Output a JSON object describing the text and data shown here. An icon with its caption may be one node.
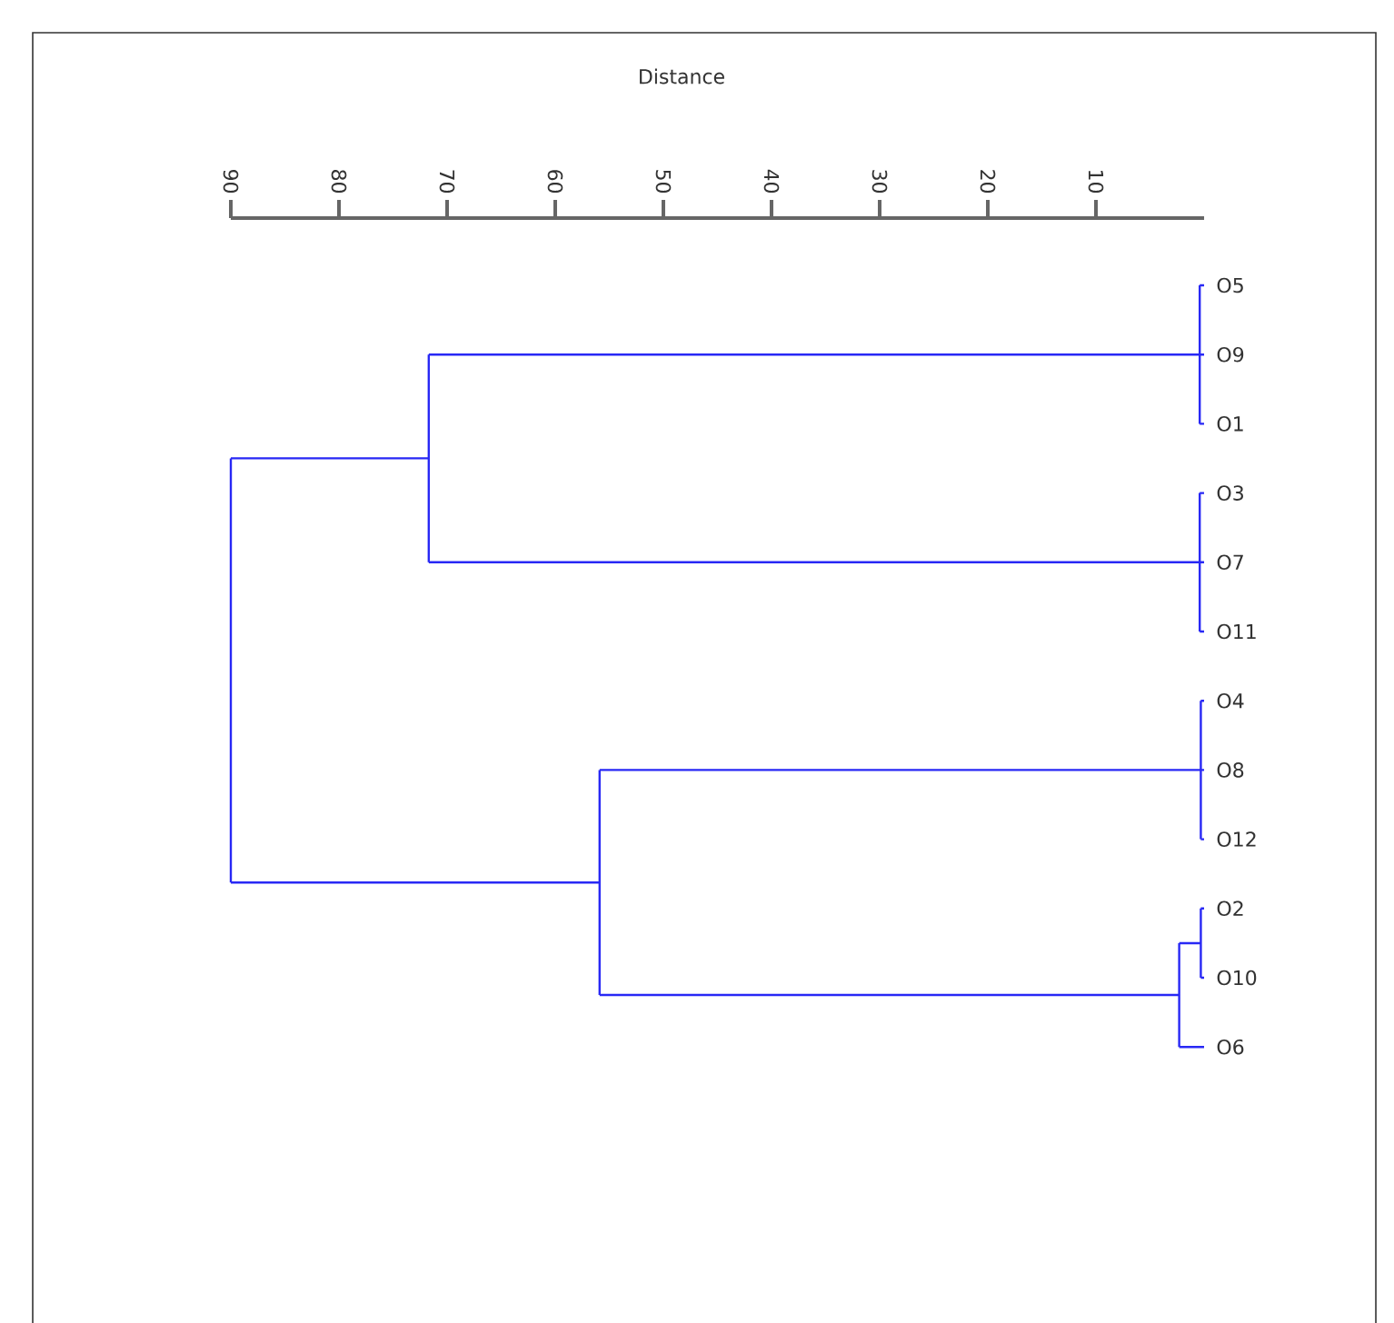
{
  "diagram": {
    "labels": [
      "Distance",
      "90",
      "80",
      "70",
      "60",
      "50",
      "40",
      "30",
      "20",
      "10",
      "O5",
      "O9",
      "O1",
      "O3",
      "O7",
      "O11",
      "O4",
      "O8",
      "O12",
      "O2",
      "O10",
      "O6"
    ]
  }
}
